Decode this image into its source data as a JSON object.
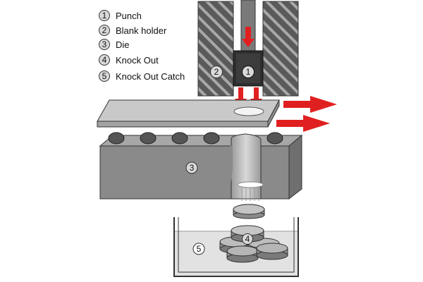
{
  "legend": {
    "items": [
      {
        "number": "1",
        "label": "Punch"
      },
      {
        "number": "2",
        "label": "Blank holder"
      },
      {
        "number": "3",
        "label": "Die"
      },
      {
        "number": "4",
        "label": "Knock Out"
      },
      {
        "number": "5",
        "label": "Knock Out Catch"
      }
    ]
  },
  "callouts": {
    "punch": "1",
    "blank_holder": "2",
    "die": "3",
    "knock_out": "4",
    "knock_out_catch": "5"
  },
  "colors": {
    "arrow": "#e02020",
    "die_body": "#8a8a8a",
    "sheet": "#c9c9c9",
    "rollers": "#555555",
    "holder_hatch": "#5a5a5a",
    "catch_fill": "#e2e2e2",
    "badge_fill": "#d9d9d9"
  }
}
